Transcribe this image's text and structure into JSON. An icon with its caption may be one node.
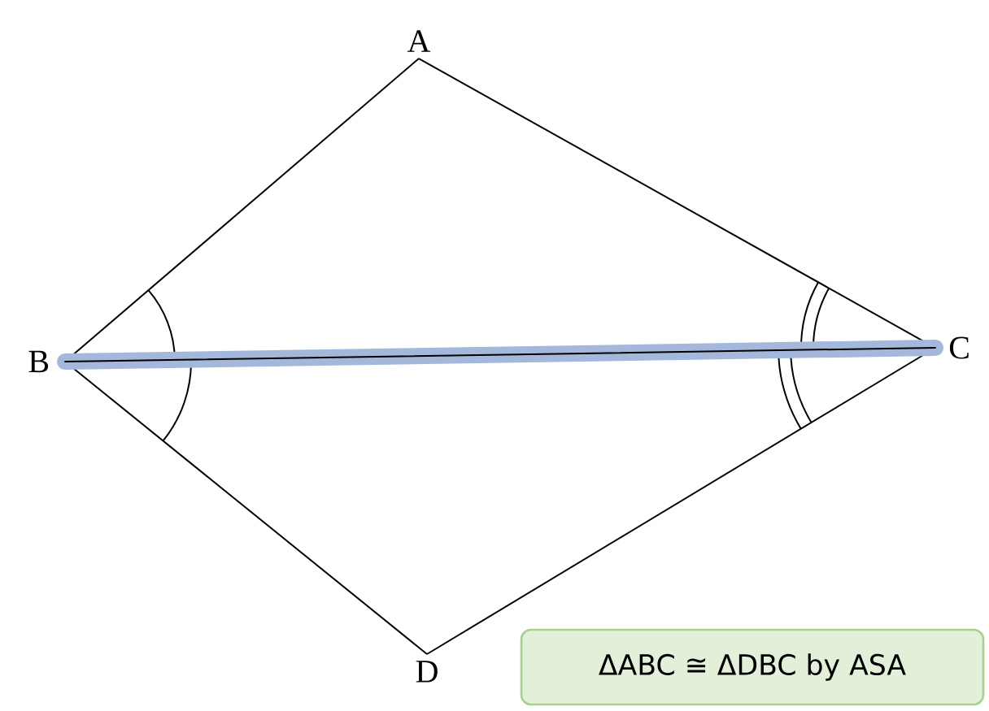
{
  "diagram": {
    "nodes": [
      {
        "text": [
          "A"
        ]
      },
      {
        "text": [
          "B"
        ]
      },
      {
        "text": [
          "C"
        ]
      },
      {
        "text": [
          "D"
        ]
      },
      {
        "text": [
          "ΔABC ≅ ΔDBC by ASA"
        ]
      }
    ],
    "edges": [
      {
        "from": 0,
        "to": 1,
        "arrow": "none"
      },
      {
        "from": 0,
        "to": 2,
        "arrow": "none"
      },
      {
        "from": 1,
        "to": 3,
        "arrow": "none"
      },
      {
        "from": 3,
        "to": 2,
        "arrow": "none"
      },
      {
        "from": 1,
        "to": 2,
        "arrow": "none",
        "style": "thick",
        "color": "#a4b8dc"
      }
    ]
  }
}
